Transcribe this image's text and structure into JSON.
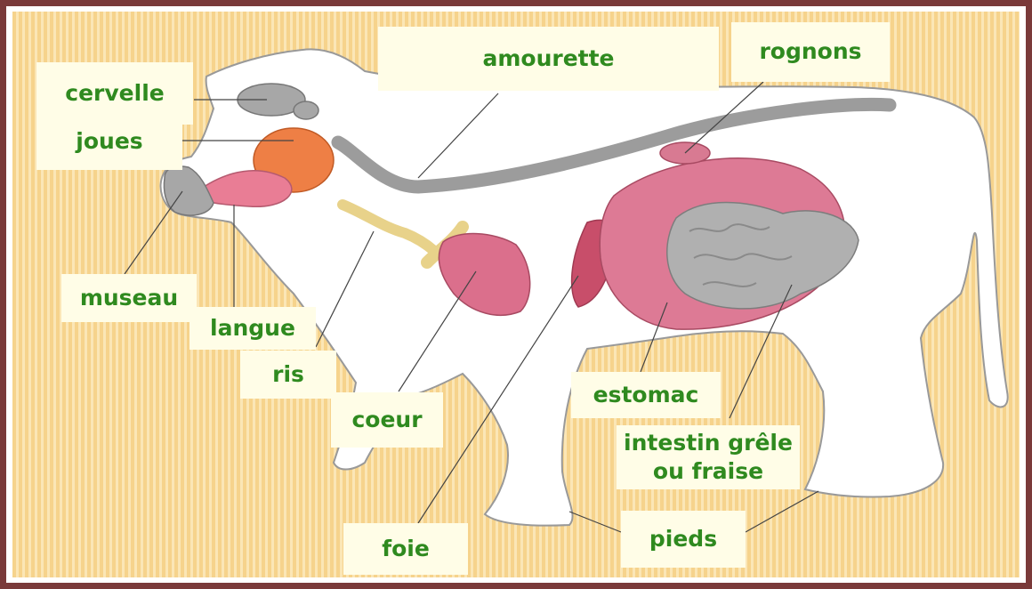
{
  "labels": {
    "cervelle": "cervelle",
    "joues": "joues",
    "amourette": "amourette",
    "rognons": "rognons",
    "museau": "museau",
    "langue": "langue",
    "ris": "ris",
    "coeur": "coeur",
    "estomac": "estomac",
    "intestin_line1": "intestin grêle",
    "intestin_line2": "ou fraise",
    "foie": "foie",
    "pieds": "pieds"
  },
  "colors": {
    "frame": "#7a3a3a",
    "label_text": "#2f8a1f",
    "label_bg": "#fffde7",
    "organ_pink": "#d9708f",
    "organ_grey": "#a7a7a7",
    "organ_orange": "#ee7f45"
  }
}
